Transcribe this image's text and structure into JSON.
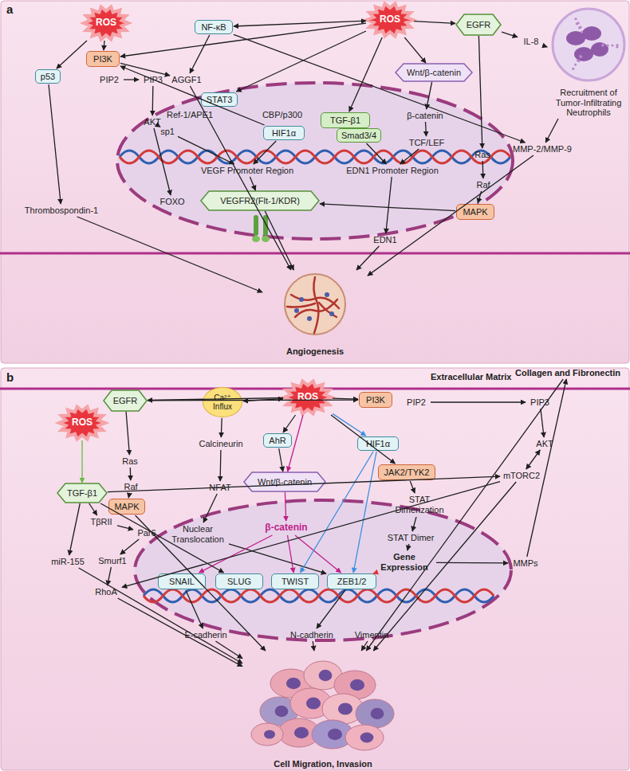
{
  "diagram": {
    "nodes": [
      {
        "text": [
          "ROS"
        ]
      },
      {
        "text": [
          "NF-κB"
        ]
      },
      {
        "text": [
          "ROS"
        ]
      },
      {
        "text": [
          "EGFR"
        ]
      },
      {
        "text": [
          "IL-8"
        ]
      },
      {
        "text": [
          "Recruitment of Tumor-Infiltrating Neutrophils"
        ]
      },
      {
        "text": [
          "p53"
        ]
      },
      {
        "text": [
          "PI3K"
        ]
      },
      {
        "text": [
          "PIP2"
        ]
      },
      {
        "text": [
          "PIP3"
        ]
      },
      {
        "text": [
          "AKT"
        ]
      },
      {
        "text": [
          "AGGF1"
        ]
      },
      {
        "text": [
          "STAT3"
        ]
      },
      {
        "text": [
          "TGF-β1"
        ]
      },
      {
        "text": [
          "Wnt/β-catenin"
        ]
      },
      {
        "text": [
          "β-catenin"
        ]
      },
      {
        "text": [
          "Ref-1/APE1"
        ]
      },
      {
        "text": [
          "CBP/p300"
        ]
      },
      {
        "text": [
          "sp1"
        ]
      },
      {
        "text": [
          "HIF1α"
        ]
      },
      {
        "text": [
          "Smad3/4"
        ]
      },
      {
        "text": [
          "TCF/LEF"
        ]
      },
      {
        "text": [
          "VEGF Promoter Region"
        ]
      },
      {
        "text": [
          "EDN1 Promoter Region"
        ]
      },
      {
        "text": [
          "Ras"
        ]
      },
      {
        "text": [
          "Raf"
        ]
      },
      {
        "text": [
          "MAPK"
        ]
      },
      {
        "text": [
          "MMP-2/MMP-9"
        ]
      },
      {
        "text": [
          "Thrombospondin-1"
        ]
      },
      {
        "text": [
          "FOXO"
        ]
      },
      {
        "text": [
          "VEGFR2(Flt-1/KDR)"
        ]
      },
      {
        "text": [
          "EDN1"
        ]
      },
      {
        "text": [
          "Angiogenesis"
        ]
      },
      {
        "text": [
          "Collagen and Fibronectin"
        ]
      },
      {
        "text": [
          "EGFR"
        ]
      },
      {
        "text": [
          "Ca²⁺ Influx"
        ]
      },
      {
        "text": [
          "ROS"
        ]
      },
      {
        "text": [
          "PI3K"
        ]
      },
      {
        "text": [
          "PIP2"
        ]
      },
      {
        "text": [
          "PIP3"
        ]
      },
      {
        "text": [
          "ROS"
        ]
      },
      {
        "text": [
          "AhR"
        ]
      },
      {
        "text": [
          "Calcineurin"
        ]
      },
      {
        "text": [
          "HIF1α"
        ]
      },
      {
        "text": [
          "AKT"
        ]
      },
      {
        "text": [
          "JAK2/TYK2"
        ]
      },
      {
        "text": [
          "mTORC2"
        ]
      },
      {
        "text": [
          "Wnt/β-catenin"
        ]
      },
      {
        "text": [
          "Ras"
        ]
      },
      {
        "text": [
          "Raf"
        ]
      },
      {
        "text": [
          "MAPK"
        ]
      },
      {
        "text": [
          "NFAT"
        ]
      },
      {
        "text": [
          "TGF-β1"
        ]
      },
      {
        "text": [
          "STAT Dimerization"
        ]
      },
      {
        "text": [
          "TβRII"
        ]
      },
      {
        "text": [
          "Par6"
        ]
      },
      {
        "text": [
          "Nuclear Translocation"
        ]
      },
      {
        "text": [
          "β-catenin"
        ]
      },
      {
        "text": [
          "STAT Dimer"
        ]
      },
      {
        "text": [
          "miR-155"
        ]
      },
      {
        "text": [
          "Smurf1"
        ]
      },
      {
        "text": [
          "Gene Expression"
        ]
      },
      {
        "text": [
          "MMPs"
        ]
      },
      {
        "text": [
          "RhoA"
        ]
      },
      {
        "text": [
          "SNAIL"
        ]
      },
      {
        "text": [
          "SLUG"
        ]
      },
      {
        "text": [
          "TWIST"
        ]
      },
      {
        "text": [
          "ZEB1/2"
        ]
      },
      {
        "text": [
          "E-cadherin"
        ]
      },
      {
        "text": [
          "N-cadherin"
        ]
      },
      {
        "text": [
          "Vimentin"
        ]
      },
      {
        "text": [
          "Cell Migration, Invasion"
        ]
      }
    ],
    "edges": [
      {
        "from": 0,
        "to": 6,
        "arrow": "to"
      },
      {
        "from": 0,
        "to": 7,
        "arrow": "to"
      },
      {
        "from": 7,
        "to": 11,
        "arrow": "to"
      },
      {
        "from": 8,
        "to": 9,
        "arrow": "to"
      },
      {
        "from": 9,
        "to": 10,
        "arrow": "to"
      },
      {
        "from": 10,
        "to": 18,
        "arrow": "to"
      },
      {
        "from": 10,
        "to": 29,
        "arrow": "to"
      },
      {
        "from": 19,
        "to": 7,
        "arrow": "to"
      },
      {
        "from": 1,
        "to": 11,
        "arrow": "to"
      },
      {
        "from": 11,
        "to": 32,
        "arrow": "to"
      },
      {
        "from": 6,
        "to": 28,
        "arrow": "to"
      },
      {
        "from": 28,
        "to": 32,
        "arrow": "to"
      },
      {
        "from": 2,
        "to": 1,
        "arrow": "both"
      },
      {
        "from": 2,
        "to": 7,
        "arrow": "to"
      },
      {
        "from": 2,
        "to": 3,
        "arrow": "to"
      },
      {
        "from": 2,
        "to": 12,
        "arrow": "to"
      },
      {
        "from": 2,
        "to": 13,
        "arrow": "to"
      },
      {
        "from": 2,
        "to": 14,
        "arrow": "to"
      },
      {
        "from": 3,
        "to": 4,
        "arrow": "to"
      },
      {
        "from": 4,
        "to": 5,
        "arrow": "to"
      },
      {
        "from": 3,
        "to": 24,
        "arrow": "to"
      },
      {
        "from": 24,
        "to": 25,
        "arrow": "to"
      },
      {
        "from": 25,
        "to": 26,
        "arrow": "to"
      },
      {
        "from": 26,
        "to": 30,
        "arrow": "to"
      },
      {
        "from": 1,
        "to": 27,
        "arrow": "to"
      },
      {
        "from": 5,
        "to": 27,
        "arrow": "to"
      },
      {
        "from": 27,
        "to": 32,
        "arrow": "to"
      },
      {
        "from": 14,
        "to": 15,
        "arrow": "to"
      },
      {
        "from": 15,
        "to": 21,
        "arrow": "to"
      },
      {
        "from": 21,
        "to": 23,
        "arrow": "to"
      },
      {
        "from": 23,
        "to": 31,
        "arrow": "to"
      },
      {
        "from": 31,
        "to": 32,
        "arrow": "to"
      },
      {
        "from": 18,
        "to": 22,
        "arrow": "to"
      },
      {
        "from": 19,
        "to": 22,
        "arrow": "to"
      },
      {
        "from": 20,
        "to": 23,
        "arrow": "to"
      },
      {
        "from": 22,
        "to": 30,
        "arrow": "to"
      },
      {
        "from": 30,
        "to": 32,
        "arrow": "to"
      },
      {
        "from": 36,
        "to": 35,
        "arrow": "both"
      },
      {
        "from": 36,
        "to": 37,
        "arrow": "to"
      },
      {
        "from": 36,
        "to": 41,
        "arrow": "to"
      },
      {
        "from": 41,
        "to": 47,
        "arrow": "to"
      },
      {
        "from": 36,
        "to": 47,
        "arrow": "to"
      },
      {
        "from": 36,
        "to": 43,
        "arrow": "to"
      },
      {
        "from": 36,
        "to": 45,
        "arrow": "to"
      },
      {
        "from": 36,
        "to": 34,
        "arrow": "to"
      },
      {
        "from": 34,
        "to": 48,
        "arrow": "to"
      },
      {
        "from": 48,
        "to": 49,
        "arrow": "to"
      },
      {
        "from": 49,
        "to": 50,
        "arrow": "to"
      },
      {
        "from": 50,
        "to": 71,
        "arrow": "to"
      },
      {
        "from": 34,
        "to": 37,
        "arrow": "to"
      },
      {
        "from": 38,
        "to": 39,
        "arrow": "to"
      },
      {
        "from": 39,
        "to": 44,
        "arrow": "to"
      },
      {
        "from": 44,
        "to": 46,
        "arrow": "both"
      },
      {
        "from": 35,
        "to": 42,
        "arrow": "to"
      },
      {
        "from": 42,
        "to": 51,
        "arrow": "to"
      },
      {
        "from": 51,
        "to": 56,
        "arrow": "to"
      },
      {
        "from": 56,
        "to": 67,
        "arrow": "to"
      },
      {
        "from": 47,
        "to": 57,
        "arrow": "to"
      },
      {
        "from": 57,
        "to": 64,
        "arrow": "to"
      },
      {
        "from": 57,
        "to": 66,
        "arrow": "to"
      },
      {
        "from": 57,
        "to": 67,
        "arrow": "to"
      },
      {
        "from": 43,
        "to": 66,
        "arrow": "to"
      },
      {
        "from": 43,
        "to": 67,
        "arrow": "to"
      },
      {
        "from": 45,
        "to": 53,
        "arrow": "to"
      },
      {
        "from": 53,
        "to": 58,
        "arrow": "to"
      },
      {
        "from": 58,
        "to": 61,
        "arrow": "to"
      },
      {
        "from": 61,
        "to": 67,
        "arrow": "to"
      },
      {
        "from": 61,
        "to": 62,
        "arrow": "to"
      },
      {
        "from": 62,
        "to": 33,
        "arrow": "to"
      },
      {
        "from": 33,
        "to": 71,
        "arrow": "to"
      },
      {
        "from": 40,
        "to": 52,
        "arrow": "to"
      },
      {
        "from": 52,
        "to": 54,
        "arrow": "to"
      },
      {
        "from": 54,
        "to": 55,
        "arrow": "to"
      },
      {
        "from": 55,
        "to": 60,
        "arrow": "to"
      },
      {
        "from": 60,
        "to": 63,
        "arrow": "to"
      },
      {
        "from": 52,
        "to": 59,
        "arrow": "to"
      },
      {
        "from": 59,
        "to": 71,
        "arrow": "to"
      },
      {
        "from": 63,
        "to": 71,
        "arrow": "to"
      },
      {
        "from": 52,
        "to": 46,
        "arrow": "to"
      },
      {
        "from": 52,
        "to": 65,
        "arrow": "to"
      },
      {
        "from": 46,
        "to": 63,
        "arrow": "to"
      },
      {
        "from": 64,
        "to": 68,
        "arrow": "to"
      },
      {
        "from": 67,
        "to": 69,
        "arrow": "to"
      },
      {
        "from": 68,
        "to": 71,
        "arrow": "to"
      },
      {
        "from": 69,
        "to": 71,
        "arrow": "to"
      },
      {
        "from": 70,
        "to": 71,
        "arrow": "to"
      },
      {
        "from": 46,
        "to": 71,
        "arrow": "to"
      }
    ],
    "labels": [
      "a",
      "b",
      "Extracellular Matrix"
    ]
  }
}
